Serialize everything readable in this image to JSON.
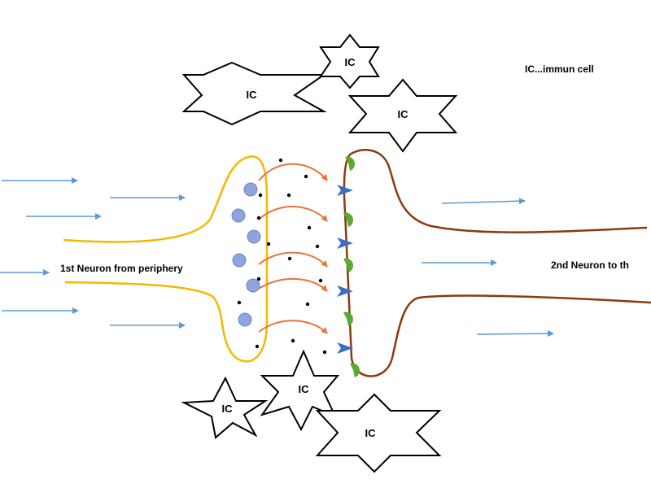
{
  "legend": "IC...immun cell",
  "neuron1_label": "1st Neuron from periphery",
  "neuron2_label": "2nd Neuron to th",
  "immune_cells": [
    {
      "label": "IC"
    },
    {
      "label": "IC"
    },
    {
      "label": "IC"
    },
    {
      "label": "IC"
    },
    {
      "label": "IC"
    },
    {
      "label": "IC"
    }
  ],
  "colors": {
    "neuron1_membrane": "#f5b800",
    "neuron2_membrane": "#8b3a0f",
    "vesicle": "#8fa3dc",
    "release_arrow": "#e8743a",
    "signal_arrow": "#5b9bd5",
    "receptor_green": "#5aaa32",
    "receptor_blue": "#3a6cc8",
    "transmitter": "#000000"
  }
}
